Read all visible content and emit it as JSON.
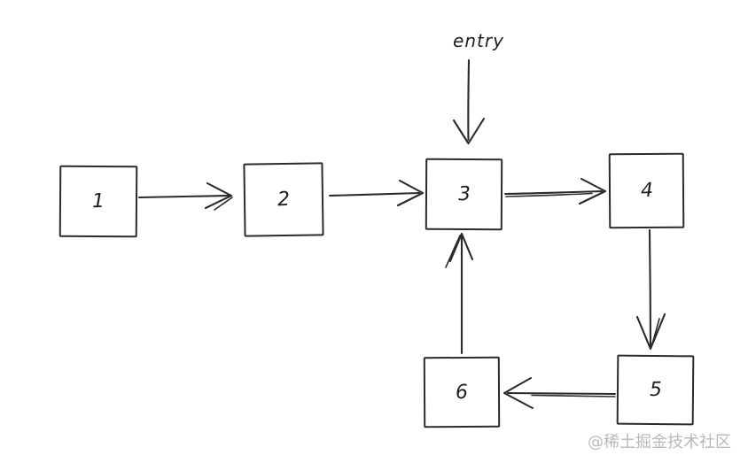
{
  "diagram": {
    "entry_label": "entry",
    "nodes": [
      {
        "id": "1",
        "label": "1"
      },
      {
        "id": "2",
        "label": "2"
      },
      {
        "id": "3",
        "label": "3"
      },
      {
        "id": "4",
        "label": "4"
      },
      {
        "id": "5",
        "label": "5"
      },
      {
        "id": "6",
        "label": "6"
      }
    ],
    "edges": [
      {
        "from": "entry",
        "to": "3"
      },
      {
        "from": "1",
        "to": "2"
      },
      {
        "from": "2",
        "to": "3"
      },
      {
        "from": "3",
        "to": "4"
      },
      {
        "from": "4",
        "to": "5"
      },
      {
        "from": "5",
        "to": "6"
      },
      {
        "from": "6",
        "to": "3"
      }
    ],
    "stroke_color": "#2b2b2b",
    "background_color": "#ffffff"
  },
  "watermark": {
    "text": "@稀土掘金技术社区",
    "color": "#b9b9b9"
  }
}
